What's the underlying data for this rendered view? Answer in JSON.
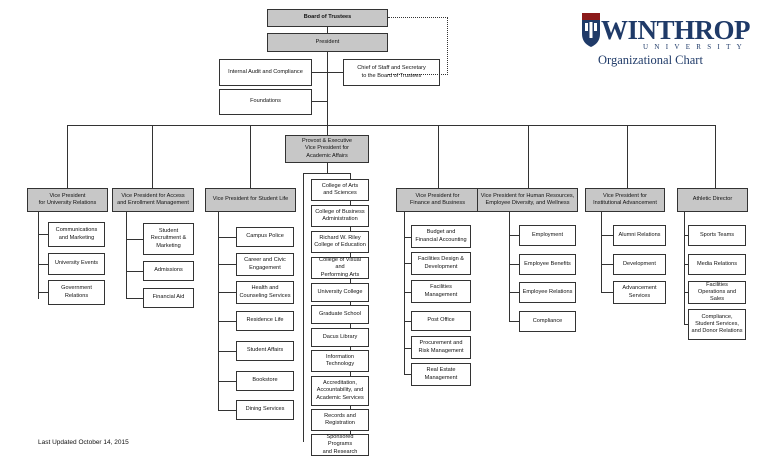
{
  "org": {
    "board": "Board of Trustees",
    "president": "President",
    "internal_audit": "Internal Audit and Compliance",
    "chief_of_staff": "Chief of Staff and Secretary\nto the Board of Trustees",
    "foundations": "Foundations",
    "provost": "Provost & Executive\nVice President for\nAcademic Affairs",
    "vp_university_relations": {
      "title": "Vice President\nfor University Relations",
      "units": [
        "Communications\nand Marketing",
        "University Events",
        "Government\nRelations"
      ]
    },
    "vp_access_enrollment": {
      "title": "Vice President for Access\nand Enrollment Management",
      "units": [
        "Student\nRecruitment &\nMarketing",
        "Admissions",
        "Financial Aid"
      ]
    },
    "vp_student_life": {
      "title": "Vice President for Student Life",
      "units": [
        "Campus Police",
        "Career and Civic\nEngagement",
        "Health and\nCounseling Services",
        "Residence Life",
        "Student Affairs",
        "Bookstore",
        "Dining Services"
      ]
    },
    "academic_units": [
      "College of Arts\nand Sciences",
      "College of Business\nAdministration",
      "Richard W. Riley\nCollege of Education",
      "College of Visual and\nPerforming Arts",
      "University College",
      "Graduate School",
      "Dacus Library",
      "Information\nTechnology",
      "Accreditation,\nAccountability, and\nAcademic Services",
      "Records and\nRegistration",
      "Sponsored Programs\nand Research"
    ],
    "vp_finance": {
      "title": "Vice President for\nFinance and Business",
      "units": [
        "Budget and\nFinancial Accounting",
        "Facilities Design &\nDevelopment",
        "Facilities\nManagement",
        "Post Office",
        "Procurement and\nRisk Management",
        "Real Estate\nManagement"
      ]
    },
    "vp_hr": {
      "title": "Vice President for Human Resources,\nEmployee Diversity, and Wellness",
      "units": [
        "Employment",
        "Employee Benefits",
        "Employee Relations",
        "Compliance"
      ]
    },
    "vp_advancement": {
      "title": "Vice President for\nInstitutional Advancement",
      "units": [
        "Alumni Relations",
        "Development",
        "Advancement\nServices"
      ]
    },
    "athletic_director": {
      "title": "Athletic Director",
      "units": [
        "Sports Teams",
        "Media Relations",
        "Facilities\nOperations and Sales",
        "Compliance,\nStudent Services,\nand Donor Relations"
      ]
    }
  },
  "logo": {
    "wordmark": "WINTHROP",
    "university": "UNIVERSITY",
    "subtitle": "Organizational Chart",
    "shield_icon": "shield-icon",
    "brand_color": "#1f3a68",
    "accent_color": "#8b1a1a"
  },
  "footer": {
    "last_updated": "Last Updated October 14, 2015"
  },
  "colors": {
    "header_fill": "#c7c7c7",
    "line": "#333333"
  }
}
